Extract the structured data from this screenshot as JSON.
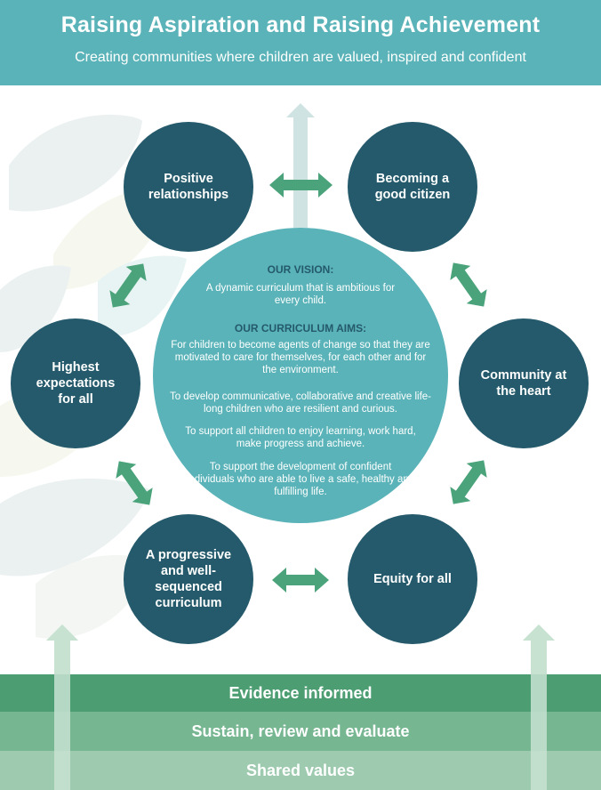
{
  "header": {
    "title": "Raising Aspiration and Raising Achievement",
    "subtitle": "Creating communities where children are valued, inspired and confident"
  },
  "nodes": {
    "positive_relationships": "Positive relationships",
    "good_citizen": "Becoming a good citizen",
    "community": "Community at the heart",
    "equity": "Equity for all",
    "curriculum": "A progressive and well-sequenced curriculum",
    "expectations": "Highest expectations for all"
  },
  "center": {
    "vision_heading": "OUR VISION:",
    "vision_text": "A dynamic curriculum that is ambitious for every child.",
    "aims_heading": "OUR CURRICULUM AIMS:",
    "aims": [
      "For children to become agents of change so that they are motivated to care for themselves, for each other and for the environment.",
      "To develop communicative, collaborative and creative life-long children who are resilient and curious.",
      "To support all children to enjoy learning, work hard, make progress and achieve.",
      "To support the development of confident individuals who are able to live a safe, healthy and fulfilling life."
    ]
  },
  "foundations": [
    "Evidence informed",
    "Sustain, review and evaluate",
    "Shared values"
  ],
  "colors": {
    "header_teal": "#5ab3b8",
    "node_navy": "#245a6b",
    "arrow_green": "#4aa37a",
    "band_1": "#4c9e72",
    "band_2": "#76b691",
    "band_3": "#9ecbb0"
  }
}
